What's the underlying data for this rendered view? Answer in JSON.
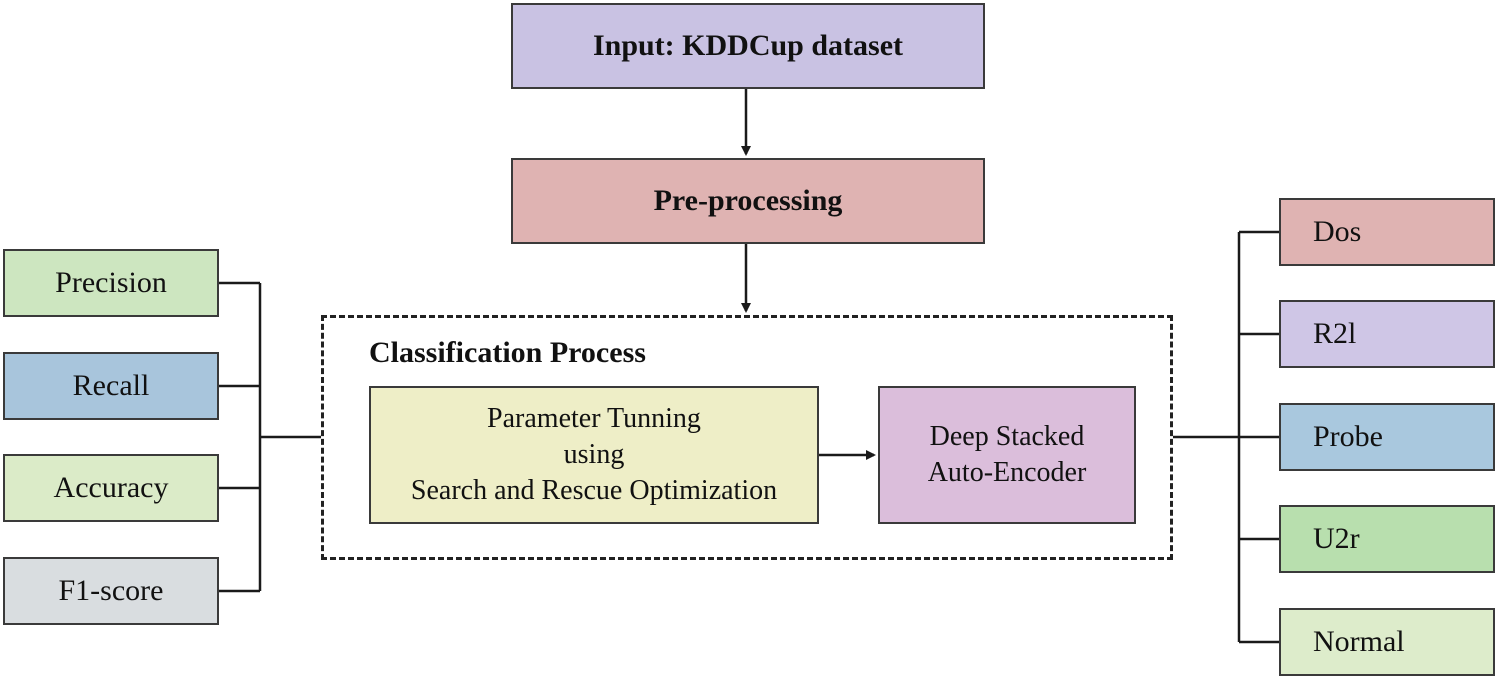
{
  "colors": {
    "input": "#c9c2e3",
    "preprocessing": "#dfb3b2",
    "precision": "#cde6c0",
    "recall": "#a8c5dc",
    "accuracy": "#dbebc8",
    "f1": "#d9dde0",
    "dos": "#dfb3b2",
    "r2l": "#cfc6e6",
    "probe": "#a9c8de",
    "u2r": "#b8dfae",
    "normal": "#ddeccb",
    "tuning": "#eeeec7",
    "encoder": "#dbbedb",
    "line": "#1a1a1a"
  },
  "input": {
    "label": "Input: KDDCup dataset"
  },
  "preprocessing": {
    "label": "Pre-processing"
  },
  "metrics": [
    {
      "label": "Precision"
    },
    {
      "label": "Recall"
    },
    {
      "label": "Accuracy"
    },
    {
      "label": "F1-score"
    }
  ],
  "classification": {
    "title": "Classification Process",
    "tuning_lines": [
      "Parameter Tunning",
      "using",
      "Search and Rescue Optimization"
    ],
    "encoder_lines": [
      "Deep Stacked",
      "Auto-Encoder"
    ]
  },
  "classes": [
    {
      "label": "Dos"
    },
    {
      "label": "R2l"
    },
    {
      "label": "Probe"
    },
    {
      "label": "U2r"
    },
    {
      "label": "Normal"
    }
  ]
}
